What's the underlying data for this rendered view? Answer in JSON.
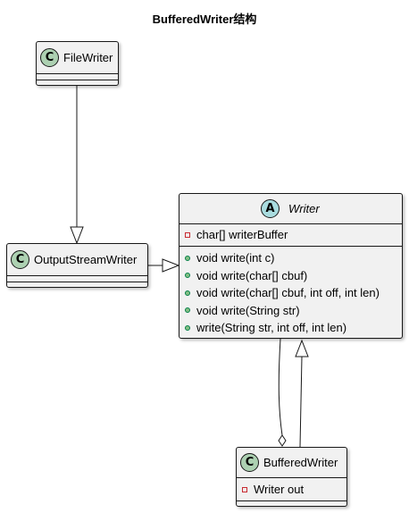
{
  "title": "BufferedWriter结构",
  "classes": {
    "filewriter": {
      "badge": "C",
      "name": "FileWriter"
    },
    "outputstreamwriter": {
      "badge": "C",
      "name": "OutputStreamWriter"
    },
    "writer": {
      "badge": "A",
      "name": "Writer",
      "fields": [
        {
          "visibility": "private",
          "text": "char[] writerBuffer"
        }
      ],
      "methods": [
        {
          "visibility": "public",
          "text": "void write(int c)"
        },
        {
          "visibility": "public",
          "text": "void write(char[] cbuf)"
        },
        {
          "visibility": "public",
          "text": "void write(char[] cbuf, int off, int len)"
        },
        {
          "visibility": "public",
          "text": "void write(String str)"
        },
        {
          "visibility": "public",
          "text": "write(String str, int off, int len)"
        }
      ]
    },
    "bufferedwriter": {
      "badge": "C",
      "name": "BufferedWriter",
      "fields": [
        {
          "visibility": "private",
          "text": "Writer out"
        }
      ]
    }
  },
  "relations": [
    {
      "from": "FileWriter",
      "to": "OutputStreamWriter",
      "type": "inheritance"
    },
    {
      "from": "OutputStreamWriter",
      "to": "Writer",
      "type": "inheritance"
    },
    {
      "from": "BufferedWriter",
      "to": "Writer",
      "type": "inheritance"
    },
    {
      "from": "BufferedWriter",
      "to": "Writer",
      "type": "aggregation"
    }
  ],
  "colors": {
    "class_background": "#f1f1f1",
    "border": "#181818",
    "class_badge": "#add1b2",
    "abstract_badge": "#a9dcdf",
    "private_marker": "#c82930",
    "public_marker": "#84be84"
  }
}
